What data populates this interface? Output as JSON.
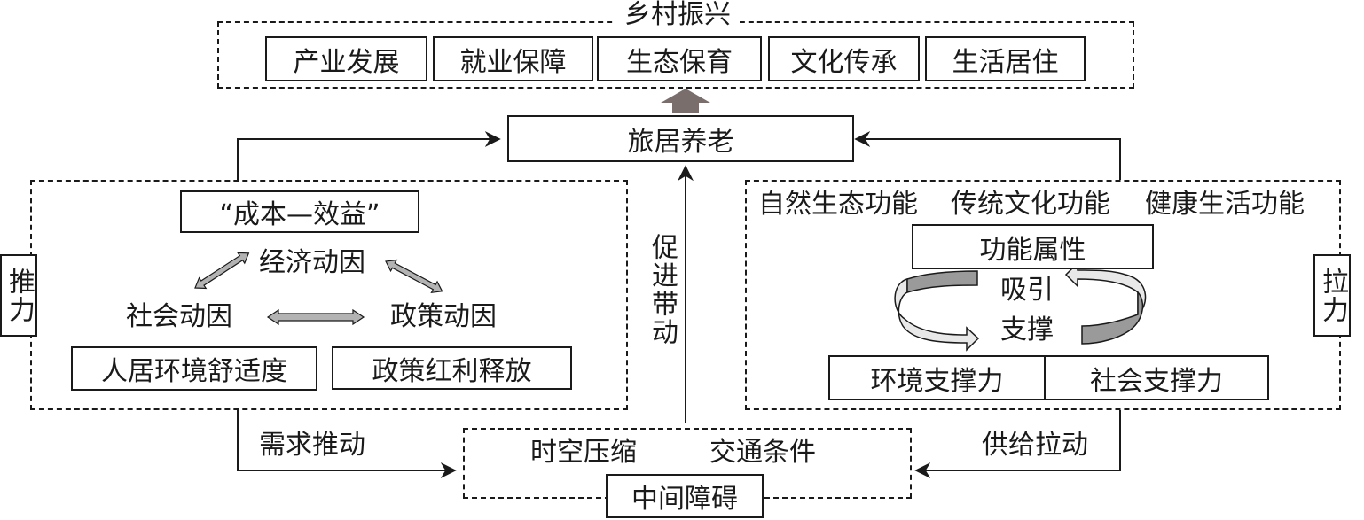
{
  "top": {
    "title": "乡村振兴",
    "items": [
      "产业发展",
      "就业保障",
      "生态保育",
      "文化传承",
      "生活居住"
    ]
  },
  "center": {
    "label": "旅居养老",
    "vertical_arrow_label": "促进带动"
  },
  "push": {
    "side_label": "推力",
    "cost_benefit": "“成本—效益”",
    "economic": "经济动因",
    "social": "社会动因",
    "policy": "政策动因",
    "comfort": "人居环境舒适度",
    "dividend": "政策红利释放",
    "demand": "需求推动"
  },
  "pull": {
    "side_label": "拉力",
    "functions": [
      "自然生态功能",
      "传统文化功能",
      "健康生活功能"
    ],
    "attribute": "功能属性",
    "attract": "吸引",
    "support": "支撑",
    "env_support": "环境支撑力",
    "social_support": "社会支撑力",
    "supply": "供给拉动"
  },
  "bottom": {
    "time_space": "时空压缩",
    "transport": "交通条件",
    "obstacle": "中间障碍"
  },
  "colors": {
    "line": "#1a1a1a",
    "arrow_fill": "#b3b3b3",
    "big_arrow": "#7a6e6c"
  }
}
